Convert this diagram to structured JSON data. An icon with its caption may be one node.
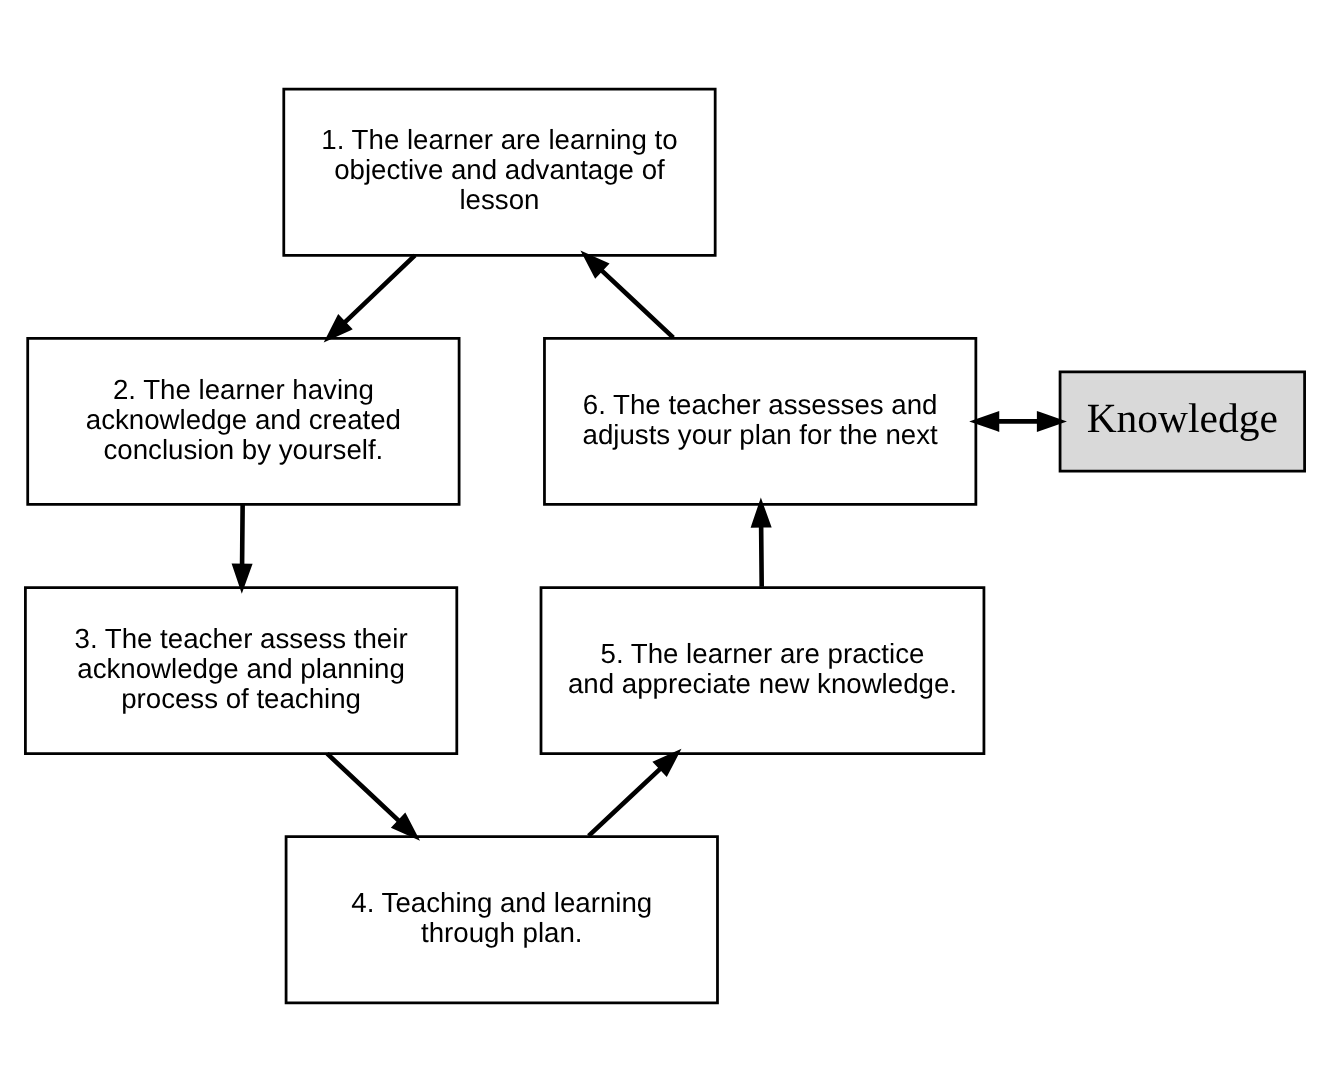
{
  "diagram": {
    "nodes": [
      {
        "text": [
          "1. The learner are learning to objective and advantage of lesson"
        ]
      },
      {
        "text": [
          "2. The learner having acknowledge and created conclusion by yourself."
        ]
      },
      {
        "text": [
          "3. The teacher assess their acknowledge and planning process of teaching"
        ]
      },
      {
        "text": [
          "4. Teaching and learning through plan."
        ]
      },
      {
        "text": [
          "5. The learner are practice and appreciate new knowledge."
        ]
      },
      {
        "text": [
          "6. The teacher assesses and adjusts your plan for the next"
        ]
      },
      {
        "text": [
          "Knowledge"
        ]
      }
    ],
    "edges": [
      {
        "from": 0,
        "to": 1,
        "arrow": "to"
      },
      {
        "from": 1,
        "to": 2,
        "arrow": "to"
      },
      {
        "from": 2,
        "to": 3,
        "arrow": "to"
      },
      {
        "from": 3,
        "to": 4,
        "arrow": "to"
      },
      {
        "from": 4,
        "to": 5,
        "arrow": "to"
      },
      {
        "from": 5,
        "to": 0,
        "arrow": "to"
      },
      {
        "from": 5,
        "to": 6,
        "arrow": "both"
      }
    ]
  }
}
